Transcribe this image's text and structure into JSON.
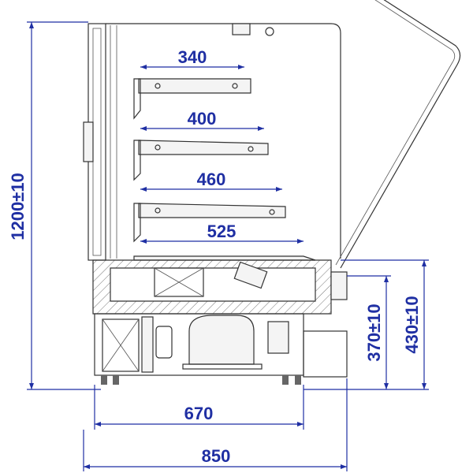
{
  "drawing": {
    "dimensions": {
      "shelf_1_depth": "340",
      "shelf_2_depth": "400",
      "shelf_3_depth": "460",
      "base_shelf_depth": "525",
      "total_height": "1200±10",
      "counter_height": "370±10",
      "base_height": "430±10",
      "base_width": "670",
      "total_width": "850"
    },
    "colors": {
      "dimension": "#1f2fa3",
      "outline": "#333333",
      "hatch": "#777777"
    }
  }
}
